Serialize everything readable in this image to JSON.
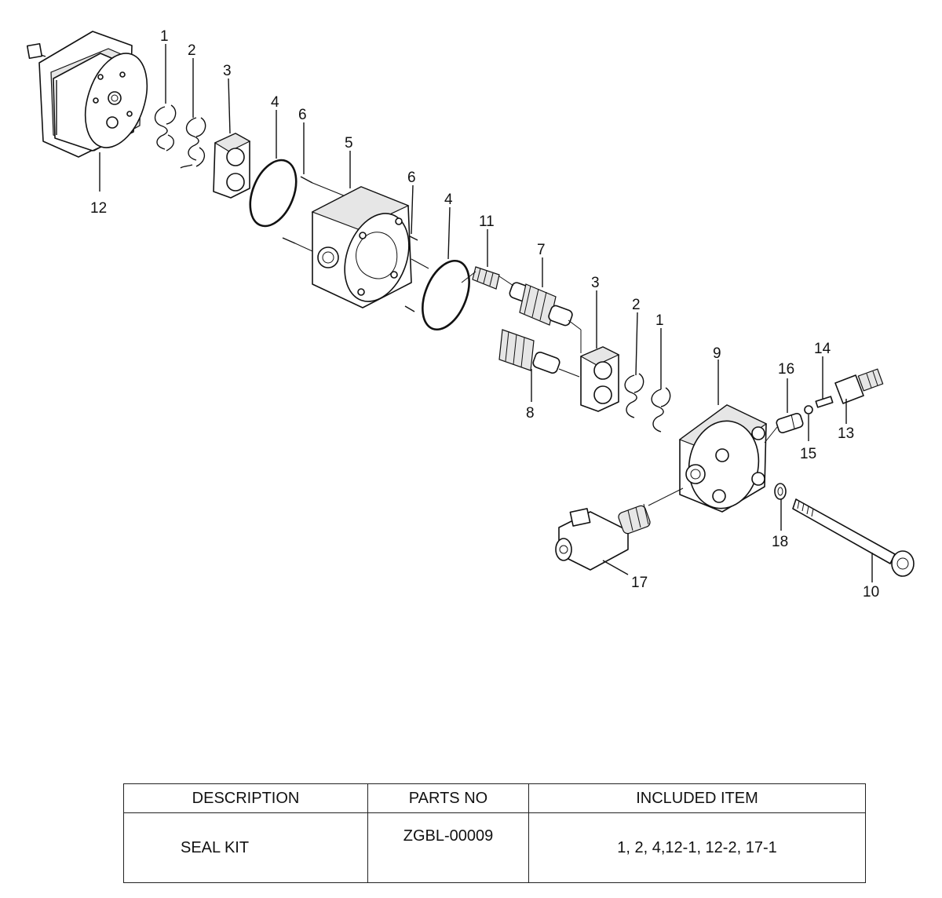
{
  "callouts": [
    "1",
    "2",
    "3",
    "4",
    "6",
    "5",
    "12",
    "6",
    "4",
    "11",
    "7",
    "3",
    "2",
    "1",
    "9",
    "16",
    "14",
    "15",
    "13",
    "8",
    "18",
    "17",
    "10"
  ],
  "table": {
    "headers": [
      "DESCRIPTION",
      "PARTS NO",
      "INCLUDED ITEM"
    ],
    "rows": [
      {
        "description": "SEAL KIT",
        "parts_no": "ZGBL-00009",
        "included_item": "1, 2, 4,12-1, 12-2, 17-1"
      }
    ]
  }
}
